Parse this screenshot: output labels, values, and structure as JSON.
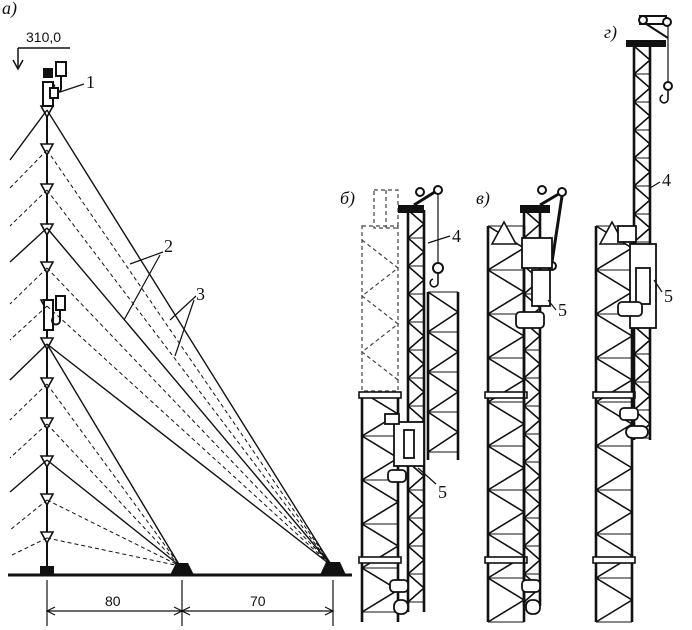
{
  "panel_labels": {
    "a": "а)",
    "b": "б)",
    "v": "в)",
    "g": "г)"
  },
  "elevation_label": "310,0",
  "callouts": {
    "n1": "1",
    "n2": "2",
    "n3": "3",
    "n4_b": "4",
    "n4_g": "4",
    "n5_b": "5",
    "n5_v": "5",
    "n5_g": "5"
  },
  "dimensions": {
    "left": "80",
    "right": "70"
  },
  "colors": {
    "ink": "#111111",
    "paper": "#ffffff"
  }
}
